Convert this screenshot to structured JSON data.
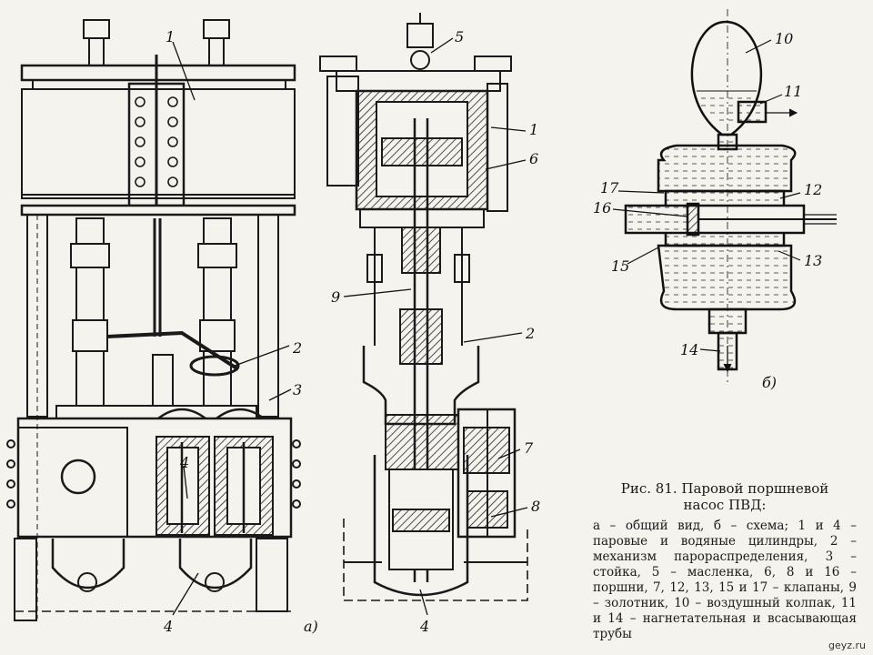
{
  "labels": {
    "a": {
      "n1": "1",
      "n2": "2",
      "n3": "3",
      "n4": "4",
      "panel": "а)"
    },
    "mid": {
      "n5": "5",
      "n1": "1",
      "n6": "6",
      "n9": "9",
      "n2": "2",
      "n7": "7",
      "n8": "8",
      "n4": "4"
    },
    "b": {
      "n10": "10",
      "n11": "11",
      "n12": "12",
      "n13": "13",
      "n14": "14",
      "n15": "15",
      "n16": "16",
      "n17": "17",
      "panel": "б)"
    }
  },
  "caption": {
    "title_line1": "Рис. 81. Паровой поршневой",
    "title_line2": "насос ПВД:",
    "body": "а – общий вид, б – схема; 1 и 4 – паровые и водяные цилиндры, 2 – механизм парораспределения, 3 – стойка, 5 – масленка, 6, 8 и 16 – поршни, 7, 12, 13, 15 и 17 – клапаны, 9 – золотник, 10 – воздушный колпак, 11 и 14 – нагнетательная и всасывающая трубы"
  },
  "watermark": "geyz.ru"
}
